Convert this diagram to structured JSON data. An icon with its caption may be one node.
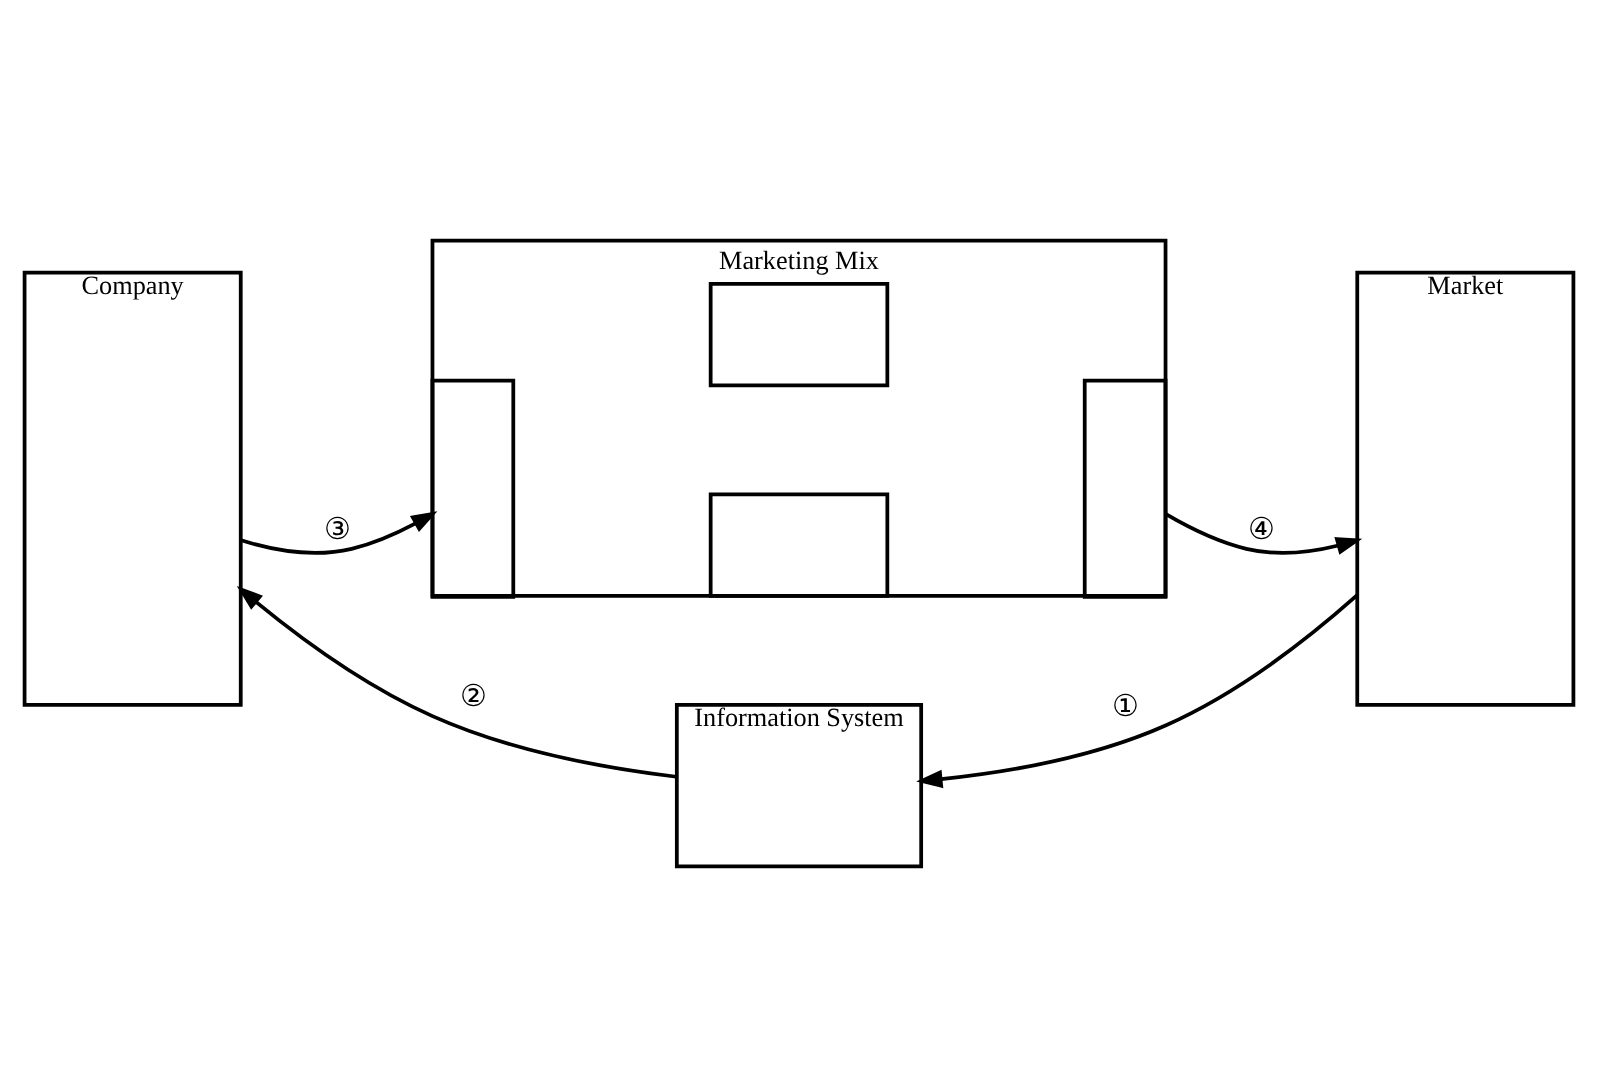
{
  "diagram": {
    "nodes": [
      {
        "text": [
          "Company"
        ]
      },
      {
        "text": [
          "Information System"
        ]
      },
      {
        "text": [
          "Marketing Mix"
        ]
      },
      {
        "text": [
          "Market"
        ]
      },
      {
        "text": [],
        "shape": "box",
        "in": 2
      },
      {
        "text": [],
        "shape": "box",
        "in": 2
      },
      {
        "text": [],
        "shape": "box",
        "in": 2
      },
      {
        "text": [],
        "shape": "box",
        "in": 2
      }
    ],
    "edges": [
      {
        "from": 3,
        "to": 1,
        "arrow": "to",
        "label": "①"
      },
      {
        "from": 1,
        "to": 0,
        "arrow": "to",
        "label": "②"
      },
      {
        "from": 0,
        "to": 2,
        "arrow": "to",
        "label": "③"
      },
      {
        "from": 2,
        "to": 3,
        "arrow": "to",
        "label": "④"
      }
    ]
  }
}
